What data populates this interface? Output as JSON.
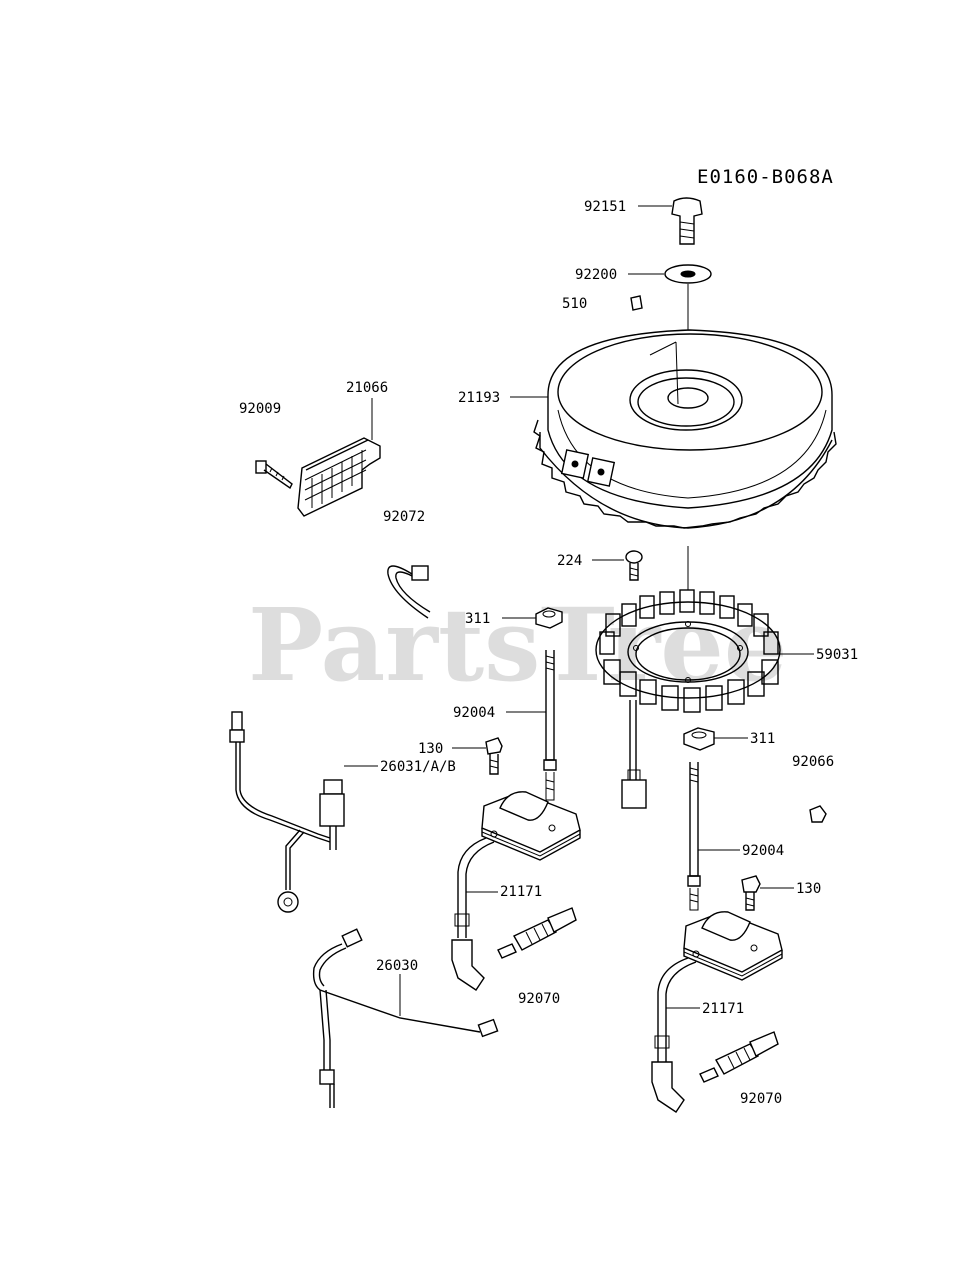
{
  "diagram": {
    "code": "E0160-B068A",
    "watermark": "PartsTree",
    "labels": {
      "p92151": "92151",
      "p92200": "92200",
      "p510": "510",
      "p21193": "21193",
      "p21066": "21066",
      "p92009": "92009",
      "p92072": "92072",
      "p224": "224",
      "p311a": "311",
      "p59031": "59031",
      "p92004a": "92004",
      "p311b": "311",
      "p130a": "130",
      "p92066": "92066",
      "p26031": "26031/A/B",
      "p92004b": "92004",
      "p21171a": "21171",
      "p130b": "130",
      "p26030": "26030",
      "p92070a": "92070",
      "p21171b": "21171",
      "p92070b": "92070"
    }
  }
}
